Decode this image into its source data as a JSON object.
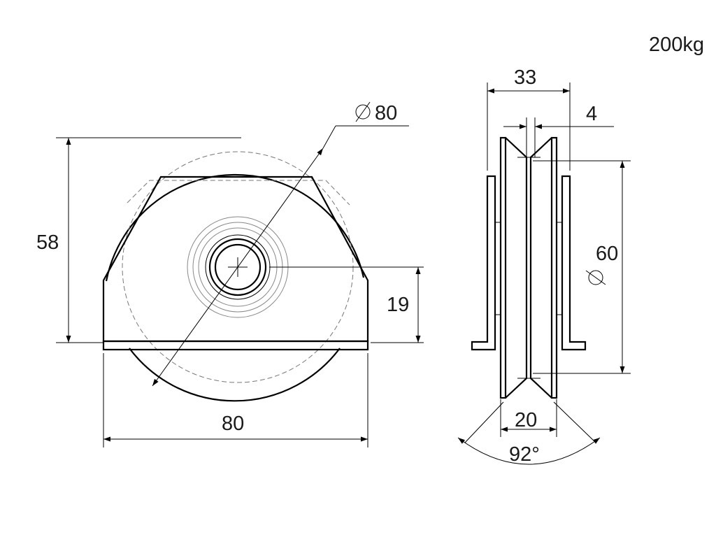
{
  "load_rating": "200kg",
  "front_view": {
    "diameter_label": "80",
    "height_label": "58",
    "base_width_label": "80",
    "axle_height_label": "19"
  },
  "side_view": {
    "width_label": "33",
    "groove_label": "4",
    "groove_diameter_label": "60",
    "flange_width_label": "20",
    "angle_label": "92°"
  },
  "icons": {
    "diameter_symbol": "diameter-icon"
  }
}
